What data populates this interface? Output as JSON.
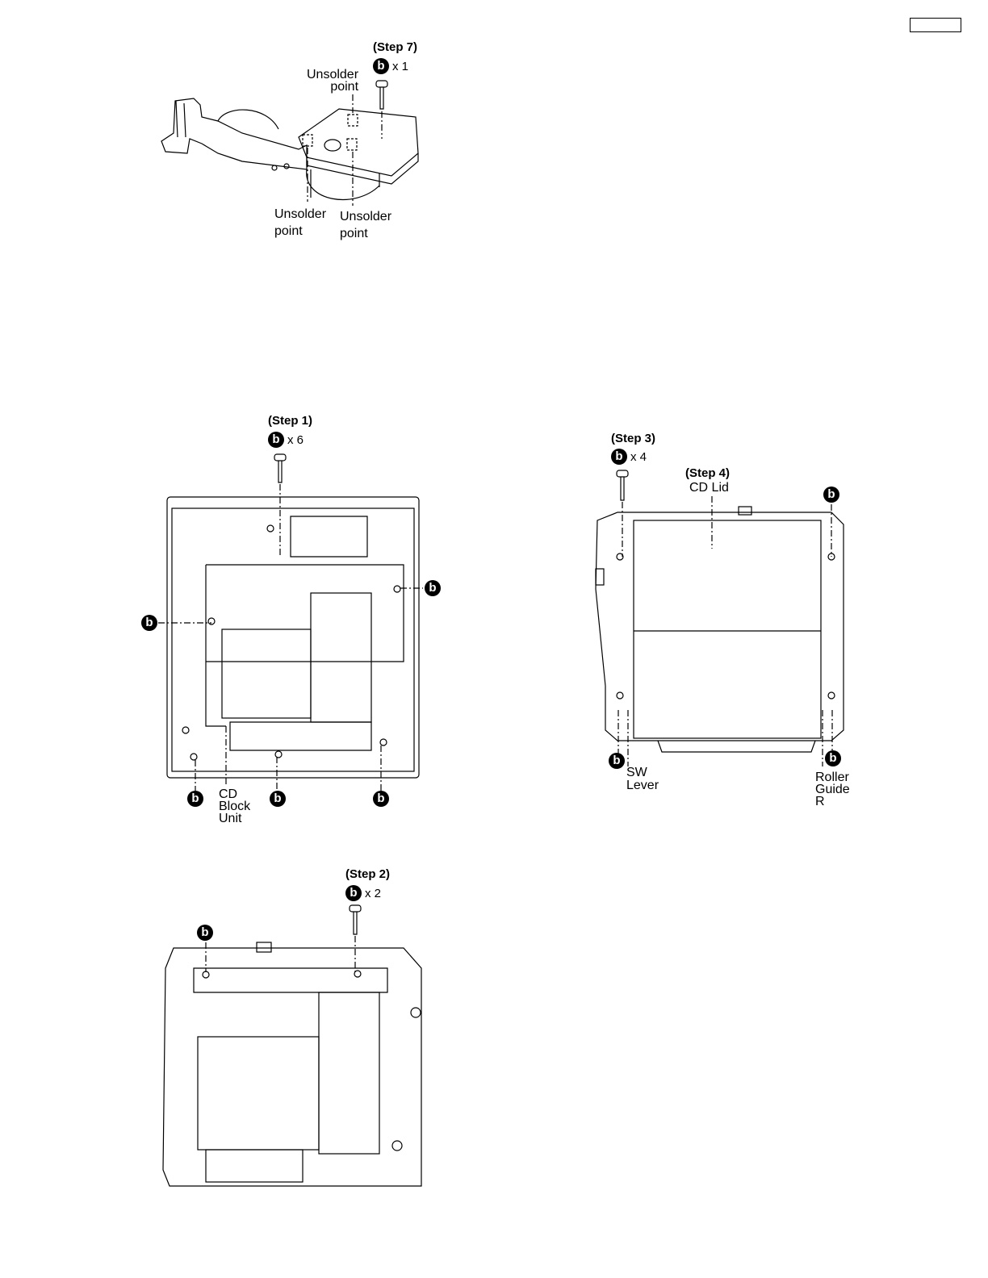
{
  "page_box": "",
  "fig_step7": {
    "step": "(Step 7)",
    "screw": "b",
    "count": "x 1",
    "labels": [
      "Unsolder\npoint",
      "Unsolder\npoint",
      "Unsolder\npoint"
    ]
  },
  "fig_step1": {
    "step": "(Step 1)",
    "screw": "b",
    "count": "x 6",
    "cd_block_unit": "CD\nBlock\nUnit",
    "markers": [
      "b",
      "b",
      "b",
      "b",
      "b"
    ]
  },
  "fig_step2": {
    "step": "(Step 2)",
    "screw": "b",
    "count": "x 2",
    "markers": [
      "b"
    ]
  },
  "fig_step3": {
    "step": "(Step 3)",
    "screw": "b",
    "count": "x 4",
    "step4": "(Step 4)",
    "cd_lid": "CD Lid",
    "sw_lever": "SW\nLever",
    "roller_guide": "Roller\nGuide\nR",
    "markers": [
      "b",
      "b",
      "b"
    ]
  }
}
